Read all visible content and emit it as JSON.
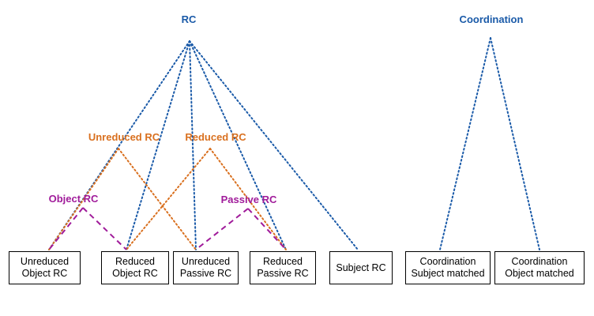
{
  "roots": [
    {
      "id": "rc",
      "label": "RC",
      "color": "#1a5aa8"
    },
    {
      "id": "coordination",
      "label": "Coordination",
      "color": "#1a5aa8"
    }
  ],
  "intermediates": [
    {
      "id": "unreduced-rc",
      "label": "Unreduced RC",
      "color": "#d9701f"
    },
    {
      "id": "reduced-rc",
      "label": "Reduced RC",
      "color": "#d9701f"
    },
    {
      "id": "object-rc",
      "label": "Object RC",
      "color": "#a01b9a"
    },
    {
      "id": "passive-rc",
      "label": "Passive RC",
      "color": "#a01b9a"
    }
  ],
  "leaves": [
    {
      "id": "unreduced-object-rc",
      "lines": [
        "Unreduced",
        "Object RC"
      ]
    },
    {
      "id": "reduced-object-rc",
      "lines": [
        "Reduced",
        "Object RC"
      ]
    },
    {
      "id": "unreduced-passive-rc",
      "lines": [
        "Unreduced",
        "Passive RC"
      ]
    },
    {
      "id": "reduced-passive-rc",
      "lines": [
        "Reduced",
        "Passive RC"
      ]
    },
    {
      "id": "subject-rc",
      "lines": [
        "Subject RC"
      ]
    },
    {
      "id": "coordination-subject-matched",
      "lines": [
        "Coordination",
        "Subject matched"
      ]
    },
    {
      "id": "coordination-object-matched",
      "lines": [
        "Coordination",
        "Object matched"
      ]
    }
  ],
  "edges": [
    {
      "from": "rc",
      "to": "unreduced-object-rc",
      "style": "dotted",
      "color": "#1a5aa8"
    },
    {
      "from": "rc",
      "to": "reduced-object-rc",
      "style": "dotted",
      "color": "#1a5aa8"
    },
    {
      "from": "rc",
      "to": "unreduced-passive-rc",
      "style": "dotted",
      "color": "#1a5aa8"
    },
    {
      "from": "rc",
      "to": "reduced-passive-rc",
      "style": "dotted",
      "color": "#1a5aa8"
    },
    {
      "from": "rc",
      "to": "subject-rc",
      "style": "dotted",
      "color": "#1a5aa8"
    },
    {
      "from": "unreduced-rc",
      "to": "unreduced-object-rc",
      "style": "dotted",
      "color": "#d9701f"
    },
    {
      "from": "unreduced-rc",
      "to": "unreduced-passive-rc",
      "style": "dotted",
      "color": "#d9701f"
    },
    {
      "from": "reduced-rc",
      "to": "reduced-object-rc",
      "style": "dotted",
      "color": "#d9701f"
    },
    {
      "from": "reduced-rc",
      "to": "reduced-passive-rc",
      "style": "dotted",
      "color": "#d9701f"
    },
    {
      "from": "object-rc",
      "to": "unreduced-object-rc",
      "style": "dashed",
      "color": "#a01b9a"
    },
    {
      "from": "object-rc",
      "to": "reduced-object-rc",
      "style": "dashed",
      "color": "#a01b9a"
    },
    {
      "from": "passive-rc",
      "to": "unreduced-passive-rc",
      "style": "dashed",
      "color": "#a01b9a"
    },
    {
      "from": "passive-rc",
      "to": "reduced-passive-rc",
      "style": "dashed",
      "color": "#a01b9a"
    },
    {
      "from": "coordination",
      "to": "coordination-subject-matched",
      "style": "dotted",
      "color": "#1a5aa8"
    },
    {
      "from": "coordination",
      "to": "coordination-object-matched",
      "style": "dotted",
      "color": "#1a5aa8"
    }
  ]
}
